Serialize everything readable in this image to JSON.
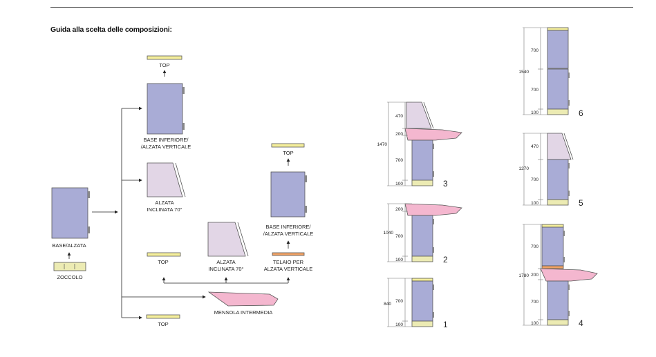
{
  "title": "Guida alla scelta delle composizioni:",
  "labels": {
    "zoccolo": "ZOCCOLO",
    "base_alzata": "BASE/ALZATA",
    "top": "TOP",
    "base_inferiore_1": "BASE INFERIORE/",
    "base_inferiore_2": "/ALZATA VERTICALE",
    "alzata_1": "ALZATA",
    "alzata_2": "INCLINATA 70°",
    "telaio_1": "TELAIO PER",
    "telaio_2": "ALZATA VERTICALE",
    "mensola": "MENSOLA INTERMEDIA"
  },
  "compositions": {
    "c1": {
      "number": "1",
      "total": "840",
      "d1": "700",
      "d0": "100"
    },
    "c2": {
      "number": "2",
      "total": "1040",
      "d2": "200",
      "d1": "700",
      "d0": "100"
    },
    "c3": {
      "number": "3",
      "total": "1470",
      "d3": "470",
      "d2": "200",
      "d1": "700",
      "d0": "100"
    },
    "c4": {
      "number": "4",
      "total": "1780",
      "d3": "700",
      "d2": "200",
      "d1": "700",
      "d0": "100"
    },
    "c5": {
      "number": "5",
      "total": "1270",
      "d2": "470",
      "d1": "700",
      "d0": "100"
    },
    "c6": {
      "number": "6",
      "total": "1540",
      "d2": "700",
      "d1": "700",
      "d0": "100"
    }
  },
  "colors": {
    "cabinet": "#a9acd6",
    "incline": "#e2d6e6",
    "shelf": "#f4b7cf",
    "top": "#f4ee9c",
    "plinth": "#ecebb3",
    "frame": "#f0a265"
  }
}
